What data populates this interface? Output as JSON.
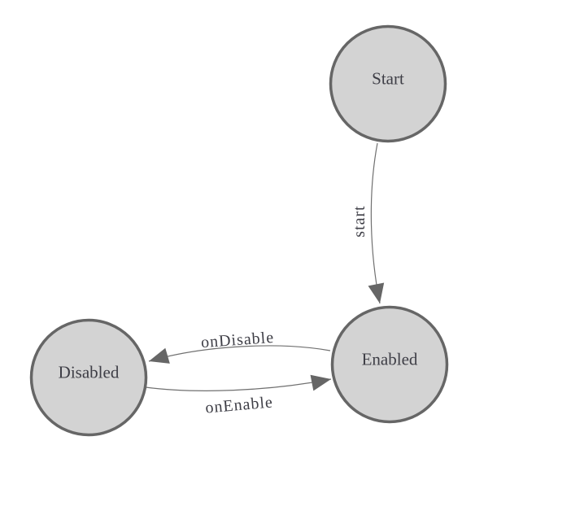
{
  "diagram": {
    "type": "state-machine",
    "colors": {
      "background": "#ffffff",
      "node-fill": "#d3d3d3",
      "node-stroke": "#666666",
      "edge-stroke": "#707070",
      "arrow-fill": "#666666",
      "label-color": "#3e3e46"
    },
    "nodes": [
      {
        "id": "start",
        "label": "Start"
      },
      {
        "id": "enabled",
        "label": "Enabled"
      },
      {
        "id": "disabled",
        "label": "Disabled"
      }
    ],
    "edges": [
      {
        "from": "start",
        "to": "enabled",
        "label": "start"
      },
      {
        "from": "enabled",
        "to": "disabled",
        "label": "onDisable"
      },
      {
        "from": "disabled",
        "to": "enabled",
        "label": "onEnable"
      }
    ]
  }
}
